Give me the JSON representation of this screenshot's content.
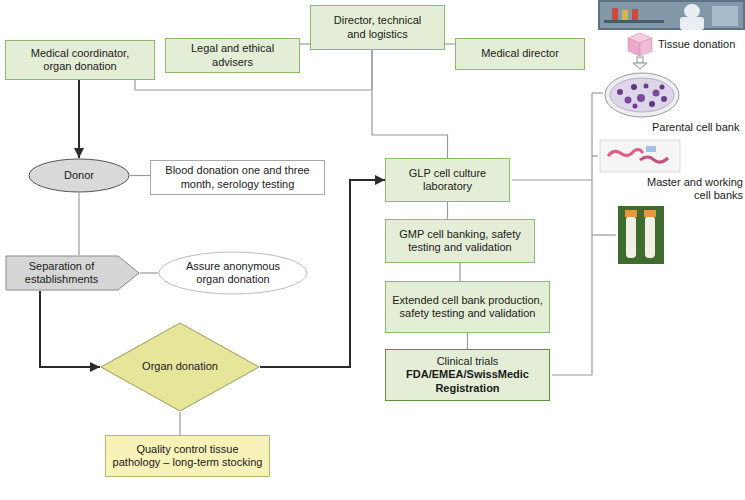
{
  "diagram": {
    "nodes": [
      {
        "text": [
          "Medical coordinator, organ donation"
        ]
      },
      {
        "text": [
          "Legal and ethical advisers"
        ]
      },
      {
        "text": [
          "Director, technical and logistics"
        ]
      },
      {
        "text": [
          "Medical director"
        ]
      },
      {
        "text": [
          "Donor"
        ]
      },
      {
        "text": [
          "Blood donation one and three month, serology testing"
        ]
      },
      {
        "text": [
          "Separation of establishments"
        ]
      },
      {
        "text": [
          "Assure anonymous organ donation"
        ]
      },
      {
        "text": [
          "Organ donation"
        ]
      },
      {
        "text": [
          "Quality control tissue pathology – long-term stocking"
        ]
      },
      {
        "text": [
          "GLP cell culture laboratory"
        ]
      },
      {
        "text": [
          "GMP cell banking, safety testing and validation"
        ]
      },
      {
        "text": [
          "Extended cell bank production, safety testing and validation"
        ]
      },
      {
        "text": [
          "Clinical trials",
          "FDA/EMEA/SwissMedic Registration"
        ]
      }
    ],
    "edges": [
      {
        "from": 0,
        "to": 4,
        "arrow": "to"
      },
      {
        "from": 0,
        "to": 2,
        "arrow": "none"
      },
      {
        "from": 1,
        "to": 2,
        "arrow": "none"
      },
      {
        "from": 2,
        "to": 3,
        "arrow": "none"
      },
      {
        "from": 2,
        "to": 10,
        "arrow": "none"
      },
      {
        "from": 4,
        "to": 5,
        "arrow": "none"
      },
      {
        "from": 4,
        "to": 6,
        "arrow": "none"
      },
      {
        "from": 6,
        "to": 7,
        "arrow": "none"
      },
      {
        "from": 6,
        "to": 8,
        "arrow": "to"
      },
      {
        "from": 8,
        "to": 10,
        "arrow": "to"
      },
      {
        "from": 8,
        "to": 9,
        "arrow": "none"
      },
      {
        "from": 10,
        "to": 11,
        "arrow": "none"
      },
      {
        "from": 11,
        "to": 12,
        "arrow": "none"
      },
      {
        "from": 12,
        "to": 13,
        "arrow": "none"
      }
    ],
    "labels": [
      "Tissue donation",
      "Parental cell bank",
      "Master and working cell banks"
    ]
  }
}
